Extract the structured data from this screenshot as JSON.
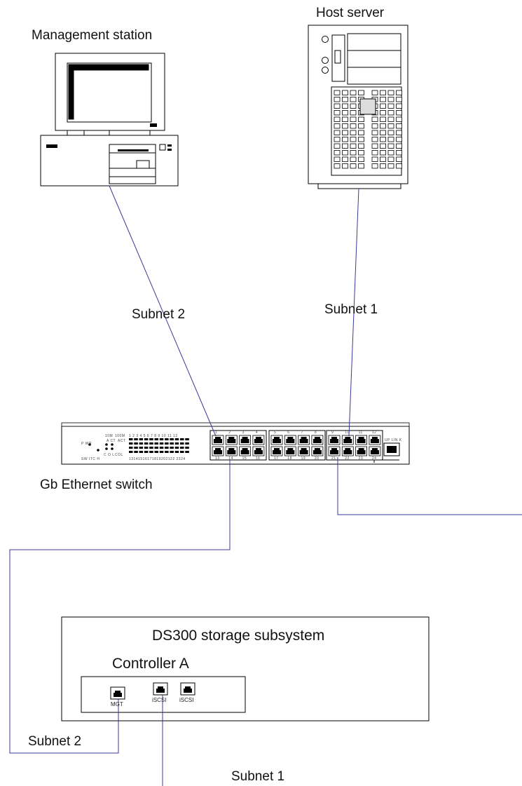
{
  "nodes": {
    "management_station": "Management station",
    "host_server": "Host server",
    "switch": "Gb Ethernet switch",
    "storage": "DS300 storage subsystem",
    "controller": "Controller A"
  },
  "ports": {
    "mgt": "MGT",
    "iscsi_1": "iSCSI",
    "iscsi_2": "iSCSI"
  },
  "links": {
    "mgmt_to_switch": "Subnet 2",
    "server_to_switch": "Subnet 1",
    "switch_to_mgt": "Subnet 2",
    "iscsi_to_network": "Subnet 1"
  },
  "switch_panel": {
    "speed_10m": "10M",
    "speed_100m": "100M",
    "act": "A CT",
    "act2": "ACT",
    "col": "C O L",
    "col2": "COL",
    "pwr": "P WR",
    "switch_label": "SW ITC H",
    "uplink": "UP LIN K",
    "port_numbers_top": [
      "1",
      "2",
      "3",
      "4",
      "5",
      "6",
      "7",
      "8",
      "9",
      "10",
      "11",
      "12"
    ],
    "port_numbers_bottom": [
      "13",
      "14",
      "15",
      "16",
      "17",
      "18",
      "19",
      "20",
      "21",
      "22",
      "23",
      "24"
    ],
    "led_top_numbers": "1 2 3 4 5 6 7 8 9 10 11 12",
    "led_bottom_numbers": "13141516171819202122 2324"
  }
}
